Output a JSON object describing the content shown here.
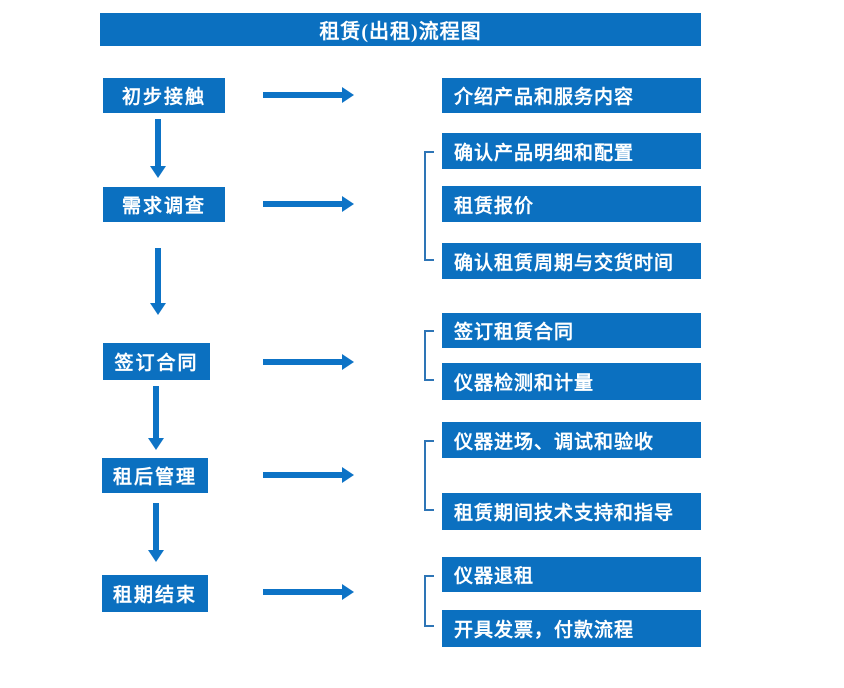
{
  "title": "租赁(出租)流程图",
  "colors": {
    "box_blue": "#0b70c0",
    "arrow_blue": "#0d73c6",
    "bracket_blue": "#2e75b6",
    "text_white": "#ffffff"
  },
  "flow": {
    "steps": [
      {
        "label": "初步接触",
        "outputs": [
          "介绍产品和服务内容"
        ]
      },
      {
        "label": "需求调查",
        "outputs": [
          "确认产品明细和配置",
          "租赁报价",
          "确认租赁周期与交货时间"
        ]
      },
      {
        "label": "签订合同",
        "outputs": [
          "签订租赁合同",
          "仪器检测和计量"
        ]
      },
      {
        "label": "租后管理",
        "outputs": [
          "仪器进场、调试和验收",
          "租赁期间技术支持和指导"
        ]
      },
      {
        "label": "租期结束",
        "outputs": [
          "仪器退租",
          "开具发票，付款流程"
        ]
      }
    ]
  }
}
